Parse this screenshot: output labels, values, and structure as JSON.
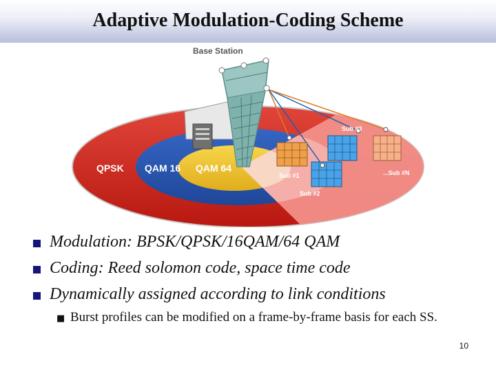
{
  "slide": {
    "title": "Adaptive Modulation-Coding Scheme",
    "page_number": "10"
  },
  "diagram": {
    "base_station_label": "Base Station",
    "rings": {
      "outer": "QPSK",
      "middle": "QAM 16",
      "inner": "QAM 64"
    },
    "subscribers": [
      "Sub #1",
      "Sub #2",
      "Sub #3",
      "...Sub #N"
    ],
    "colors": {
      "outer_ring": "#cf2a1d",
      "middle_ring": "#2a56b4",
      "inner_ring": "#f2c431",
      "sector": "#f08a84",
      "accent_bullet": "#15157a"
    }
  },
  "bullets": [
    "Modulation: BPSK/QPSK/16QAM/64 QAM",
    "Coding: Reed solomon code, space time code",
    "Dynamically assigned according to link conditions"
  ],
  "sub_bullet": "Burst profiles can be modified on a frame-by-frame basis for each SS."
}
